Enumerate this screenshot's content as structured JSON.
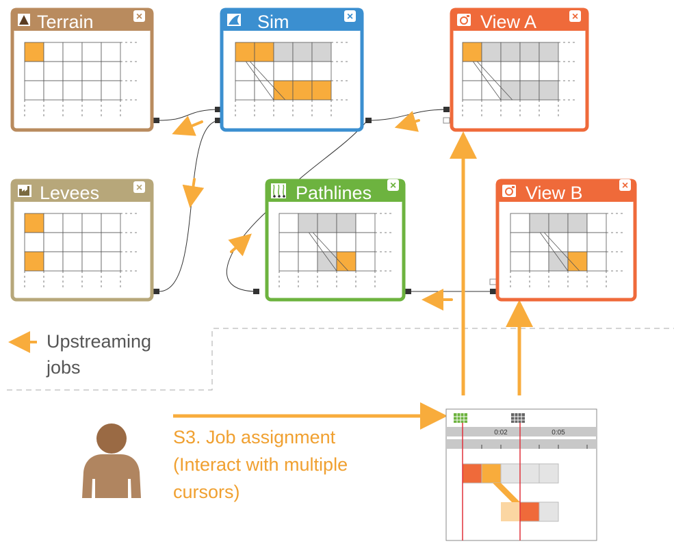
{
  "colors": {
    "terrain": "#b98b5e",
    "sim": "#3b8fd0",
    "view": "#ef6a3a",
    "levees": "#b7a77a",
    "pathlines": "#6db33f",
    "highlight": "#f8ac3c",
    "cell_gray": "#d4d4d4",
    "grid_line": "#555555",
    "cursor": "#e0303a",
    "timeline_bar": "#c8c8c8",
    "person": "#b08560",
    "person_head": "#9a6a44",
    "label": "#555555"
  },
  "nodes": {
    "terrain": {
      "title": "Terrain",
      "icon": "terrain-icon"
    },
    "sim": {
      "title": "Sim",
      "icon": "wave-icon"
    },
    "view_a": {
      "title": "View A",
      "icon": "camera-icon"
    },
    "levees": {
      "title": "Levees",
      "icon": "factory-icon"
    },
    "pathlines": {
      "title": "Pathlines",
      "icon": "pathlines-icon"
    },
    "view_b": {
      "title": "View B",
      "icon": "camera-icon"
    }
  },
  "close_glyph": "×",
  "legend": {
    "line1": "Upstreaming",
    "line2": "jobs"
  },
  "step": {
    "line1": "S3. Job assignment",
    "line2": "(Interact with multiple",
    "line3": "cursors)"
  },
  "timeline": {
    "tick_labels": [
      "0:02",
      "0:05"
    ]
  }
}
